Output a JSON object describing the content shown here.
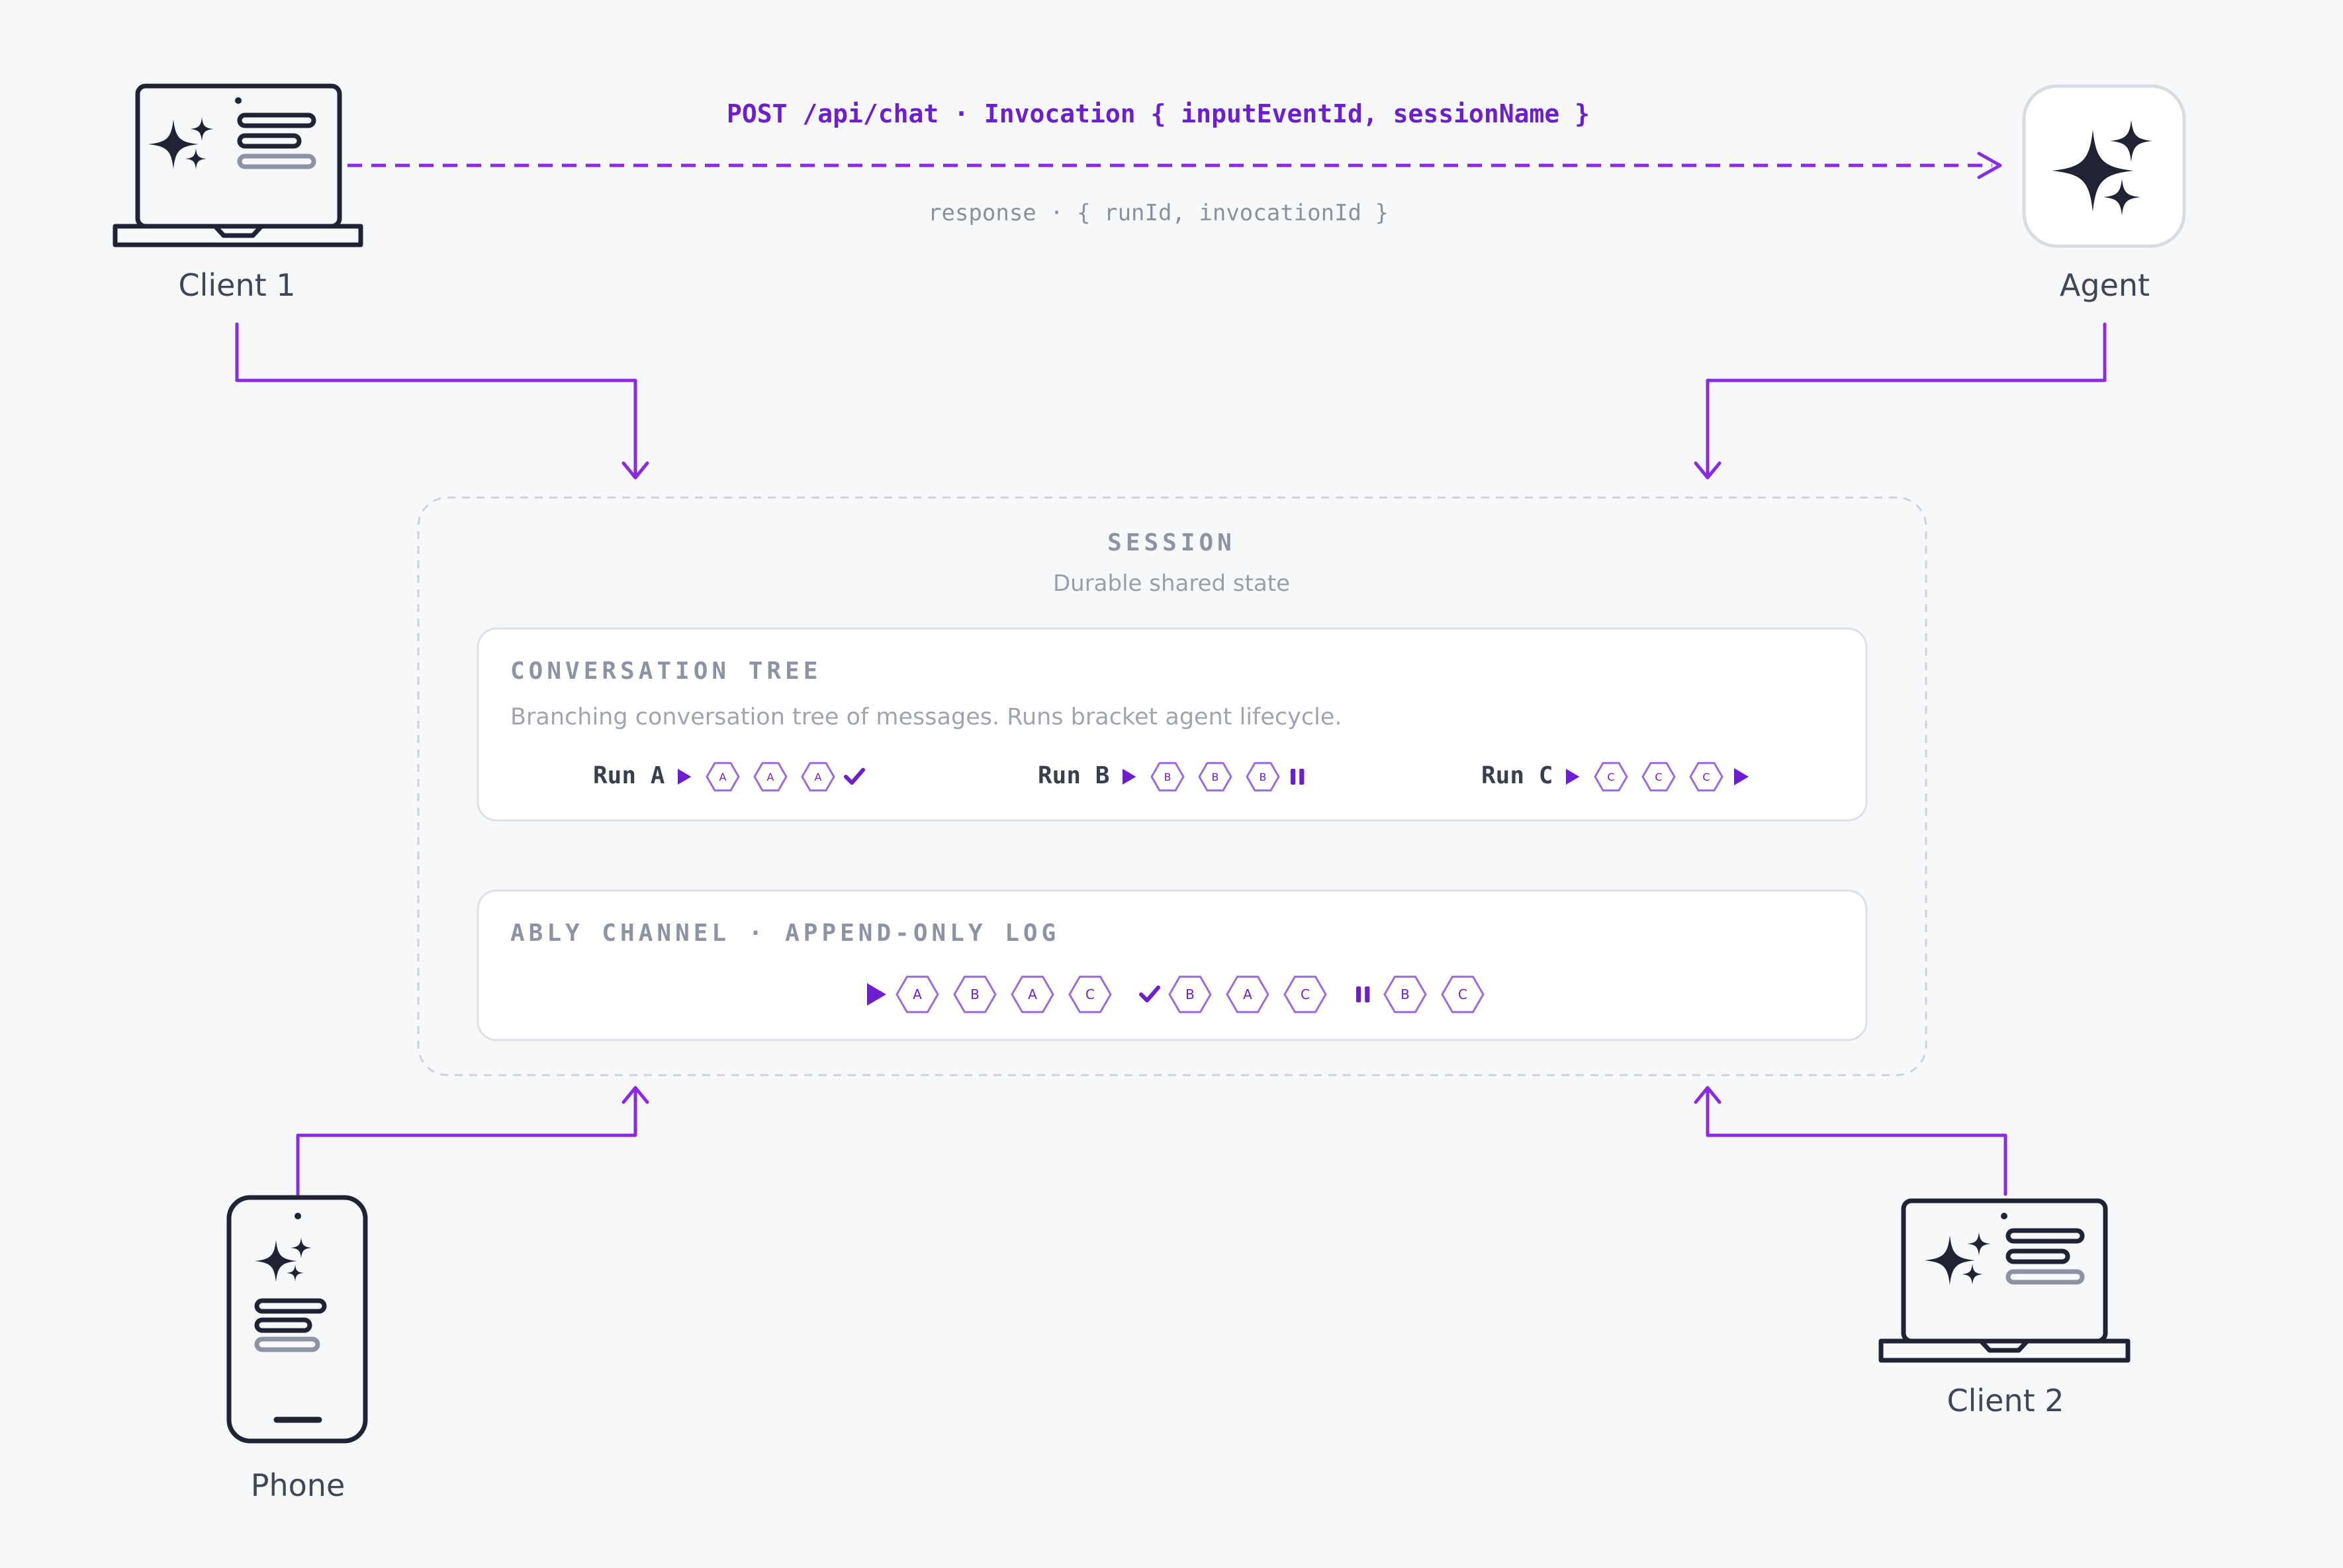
{
  "nodes": {
    "client1": {
      "label": "Client 1"
    },
    "agent": {
      "label": "Agent"
    },
    "phone": {
      "label": "Phone"
    },
    "client2": {
      "label": "Client 2"
    }
  },
  "request": {
    "label": "POST /api/chat · Invocation { inputEventId, sessionName }",
    "response": "response · { runId, invocationId }"
  },
  "session": {
    "title": "SESSION",
    "subtitle": "Durable shared state",
    "tree": {
      "title": "CONVERSATION TREE",
      "description": "Branching conversation tree of messages. Runs bracket agent lifecycle.",
      "runs": [
        {
          "label": "Run A",
          "events": [
            "A",
            "A",
            "A"
          ],
          "end": "complete"
        },
        {
          "label": "Run B",
          "events": [
            "B",
            "B",
            "B"
          ],
          "end": "paused"
        },
        {
          "label": "Run C",
          "events": [
            "C",
            "C",
            "C"
          ],
          "end": "running"
        }
      ]
    },
    "channel": {
      "title": "ABLY CHANNEL · APPEND-ONLY LOG",
      "log": [
        "start",
        "A",
        "B",
        "A",
        "C",
        "complete",
        "B",
        "A",
        "C",
        "paused",
        "B",
        "C"
      ]
    }
  },
  "colors": {
    "accent": "#6d1fcf",
    "arrow": "#8a2be2",
    "ink": "#1f2333",
    "muted": "#8e93a3"
  },
  "icons": [
    "laptop-icon",
    "agent-sparkle-icon",
    "phone-icon",
    "sparkle-icon",
    "play-icon",
    "check-icon",
    "pause-icon",
    "hexagon-event-icon"
  ]
}
